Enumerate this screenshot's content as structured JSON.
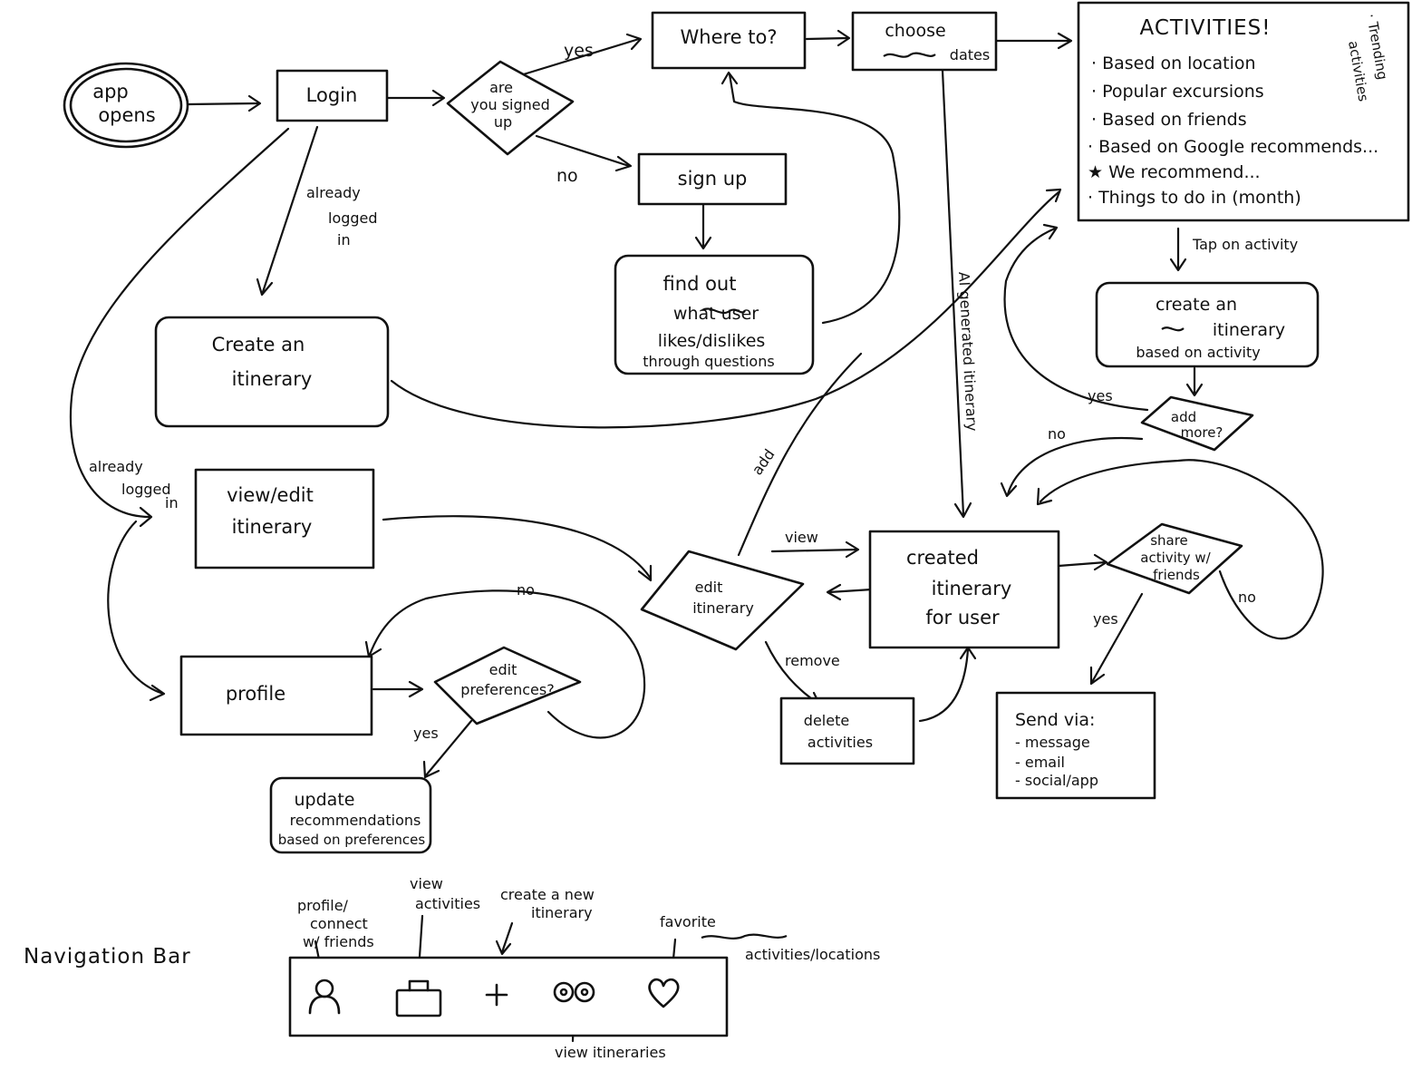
{
  "nodes": {
    "app_opens": [
      "app",
      "opens"
    ],
    "login": [
      "Login"
    ],
    "signed_up": [
      "are",
      "you signed",
      "up"
    ],
    "where_to": [
      "Where to?"
    ],
    "choose_dates": [
      "choose",
      "dates"
    ],
    "sign_up": [
      "sign up"
    ],
    "find_out": [
      "find out",
      "what user",
      "likes/dislikes",
      "through questions"
    ],
    "create_itinerary": [
      "Create an",
      "itinerary"
    ],
    "view_edit": [
      "view/edit",
      "itinerary"
    ],
    "profile": [
      "profile"
    ],
    "edit_prefs": [
      "edit",
      "preferences?"
    ],
    "update_recs": [
      "update",
      "recommendations",
      "based on preferences"
    ],
    "edit_itinerary": [
      "edit",
      "itinerary"
    ],
    "created_itinerary": [
      "created",
      "itinerary",
      "for user"
    ],
    "delete_activities": [
      "delete",
      "activities"
    ],
    "share_activity": [
      "share",
      "activity w/",
      "friends"
    ],
    "send_via": [
      "Send via:",
      "- message",
      "- email",
      "- social/app"
    ],
    "create_based": [
      "create an",
      "itinerary",
      "based on activity"
    ],
    "add_more": [
      "add",
      "more?"
    ]
  },
  "activities": {
    "title": "ACTIVITIES!",
    "items": [
      "· Based on location",
      "· Popular excursions",
      "· Based on friends",
      "· Based on Google recommends...",
      "★ We recommend...",
      "· Things to do in (month)"
    ],
    "side_note": [
      "· Trending",
      "activities"
    ]
  },
  "edge_labels": {
    "yes_top": "yes",
    "no_top": "no",
    "already_logged_1": [
      "already",
      "logged",
      "in"
    ],
    "already_logged_2": [
      "already",
      "logged",
      "in"
    ],
    "ai_generated": "AI generated itinerary",
    "tap_on_activity": "Tap on activity",
    "yes_add_more": "yes",
    "no_add_more": "no",
    "add": "add",
    "view": "view",
    "remove": "remove",
    "no_profile": "no",
    "yes_prefs": "yes",
    "yes_share": "yes",
    "no_share": "no"
  },
  "nav": {
    "title": "Navigation Bar",
    "annotations": {
      "profile": [
        "profile/",
        "connect",
        "w/ friends"
      ],
      "activities": [
        "view",
        "activities"
      ],
      "create": [
        "create a new",
        "itinerary"
      ],
      "favorite": [
        "favorite",
        "activities/locations"
      ],
      "itineraries": "view itineraries"
    },
    "icons": [
      "person-icon",
      "briefcase-icon",
      "plus-icon",
      "binoculars-icon",
      "heart-icon"
    ]
  }
}
